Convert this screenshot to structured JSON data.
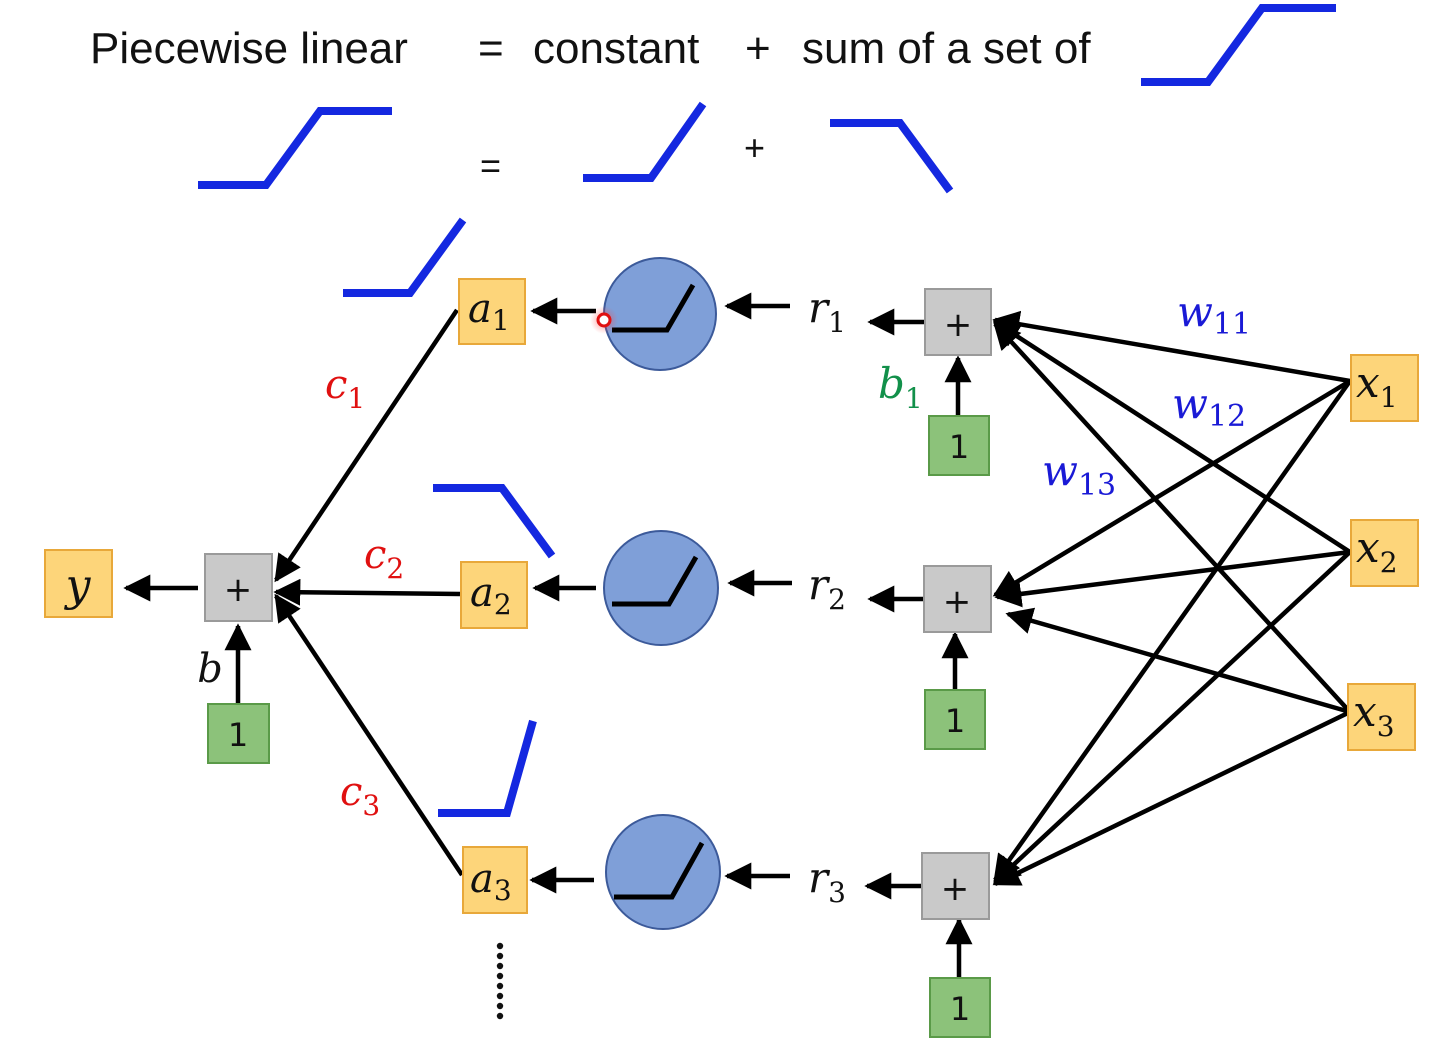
{
  "header": {
    "left": "Piecewise linear",
    "eq": "=",
    "constant": "constant",
    "plus": "+",
    "rest": "sum of a set of"
  },
  "equation2": {
    "eq": "=",
    "plus": "+"
  },
  "ops": {
    "plus": "+"
  },
  "bias_one": "1",
  "output": {
    "symbol": "y",
    "bias_symbol": "b"
  },
  "activations": [
    {
      "sym": "a",
      "sub": "1"
    },
    {
      "sym": "a",
      "sub": "2"
    },
    {
      "sym": "a",
      "sub": "3"
    }
  ],
  "out_weights": [
    {
      "sym": "c",
      "sub": "1"
    },
    {
      "sym": "c",
      "sub": "2"
    },
    {
      "sym": "c",
      "sub": "3"
    }
  ],
  "r_values": [
    {
      "sym": "r",
      "sub": "1"
    },
    {
      "sym": "r",
      "sub": "2"
    },
    {
      "sym": "r",
      "sub": "3"
    }
  ],
  "inputs": [
    {
      "sym": "x",
      "sub": "1"
    },
    {
      "sym": "x",
      "sub": "2"
    },
    {
      "sym": "x",
      "sub": "3"
    }
  ],
  "hidden_bias": {
    "sym": "b",
    "sub": "1"
  },
  "weights": [
    {
      "sym": "w",
      "sub": "11"
    },
    {
      "sym": "w",
      "sub": "12"
    },
    {
      "sym": "w",
      "sub": "13"
    }
  ],
  "colors": {
    "blue_curve": "#1428e0",
    "weight_label": "#1a1ad6",
    "c_label": "#e01010",
    "b1_label": "#12904a",
    "orange_fill": "#fdd57a",
    "orange_stroke": "#e8a83a",
    "gray_fill": "#c9c9c9",
    "green_fill": "#8cc27a",
    "circle_fill": "#7f9fd8"
  }
}
